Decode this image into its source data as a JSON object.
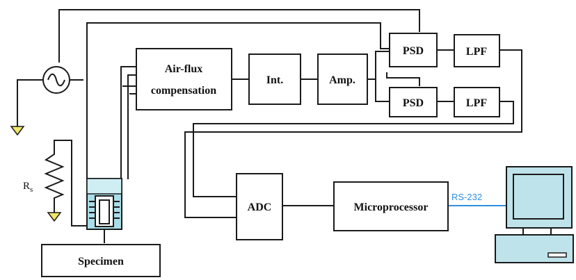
{
  "blocks": {
    "airflux_line1": "Air-flux",
    "airflux_line2": "compensation",
    "integrator": "Int.",
    "amplifier": "Amp.",
    "psd_top": "PSD",
    "psd_bottom": "PSD",
    "lpf_top": "LPF",
    "lpf_bottom": "LPF",
    "adc": "ADC",
    "microprocessor": "Microprocessor",
    "specimen": "Specimen"
  },
  "resistor": {
    "label_main": "R",
    "label_sub": "s"
  },
  "link": {
    "label": "RS-232"
  },
  "colors": {
    "rs232": "#2f8fe0",
    "monitor_fill": "#bfe3ea",
    "coil_fill": "#a9dde8"
  },
  "icons": {
    "source": "ac-source-icon",
    "ground": "ground-icon",
    "resistor": "resistor-icon",
    "sensor": "sensor-coil-icon",
    "computer": "computer-icon"
  }
}
